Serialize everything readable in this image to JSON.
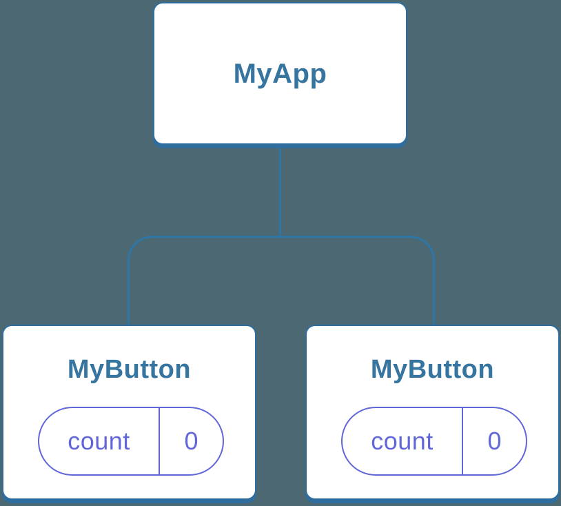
{
  "diagram": {
    "type": "component-tree",
    "colors": {
      "background": "#4C6872",
      "connector": "#2D76A8",
      "node_border": "#2E6D9D",
      "node_fill": "#FFFFFF",
      "node_title_text": "#35759F",
      "state_accent": "#6166D9"
    },
    "root": {
      "label": "MyApp"
    },
    "children": [
      {
        "label": "MyButton",
        "state": {
          "name": "count",
          "value": "0"
        }
      },
      {
        "label": "MyButton",
        "state": {
          "name": "count",
          "value": "0"
        }
      }
    ]
  }
}
